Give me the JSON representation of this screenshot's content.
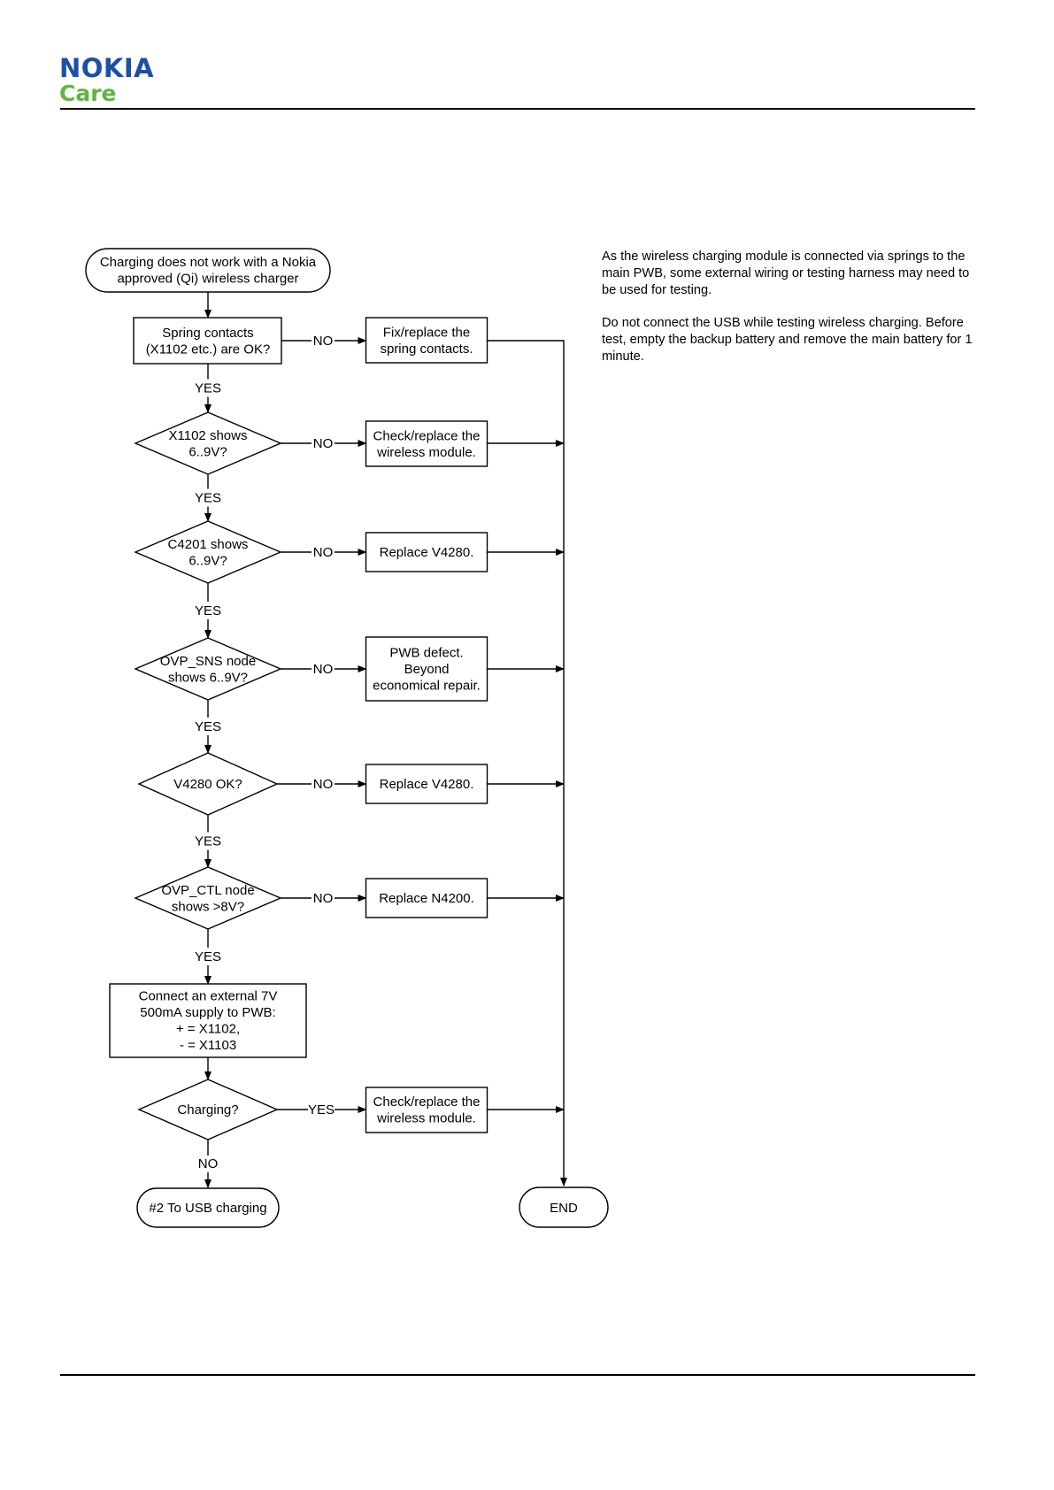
{
  "header": {
    "logo_brand": "NOKIA",
    "logo_sub": "Care",
    "brand_color": "#1c4fa6",
    "care_color": "#5fb53f"
  },
  "notes": {
    "p1": "As the wireless charging module is connected via springs to the main PWB, some external wiring or testing harness may need to be used for testing.",
    "p2": "Do not connect the USB while testing wireless charging. Before test, empty the backup battery and remove the main battery for 1 minute."
  },
  "flow": {
    "start": [
      "Charging does not work with a Nokia",
      "approved (Qi) wireless charger"
    ],
    "steps": [
      {
        "question": [
          "Spring contacts",
          "(X1102 etc.) are OK?"
        ],
        "no_label": "NO",
        "yes_label": "YES",
        "action": [
          "Fix/replace the",
          "spring contacts."
        ]
      },
      {
        "question": [
          "X1102 shows",
          "6..9V?"
        ],
        "no_label": "NO",
        "yes_label": "YES",
        "action": [
          "Check/replace the",
          "wireless module."
        ]
      },
      {
        "question": [
          "C4201 shows",
          "6..9V?"
        ],
        "no_label": "NO",
        "yes_label": "YES",
        "action": [
          "Replace V4280."
        ]
      },
      {
        "question": [
          "OVP_SNS node",
          "shows 6..9V?"
        ],
        "no_label": "NO",
        "yes_label": "YES",
        "action": [
          "PWB defect.",
          "Beyond",
          "economical repair."
        ]
      },
      {
        "question": [
          "V4280 OK?"
        ],
        "no_label": "NO",
        "yes_label": "YES",
        "action": [
          "Replace V4280."
        ]
      },
      {
        "question": [
          "OVP_CTL node",
          "shows >8V?"
        ],
        "no_label": "NO",
        "yes_label": "YES",
        "action": [
          "Replace N4200."
        ]
      }
    ],
    "external_supply": [
      "Connect an external 7V",
      "500mA supply to PWB:",
      "+ = X1102,",
      "- = X1103"
    ],
    "charging_question": [
      "Charging?"
    ],
    "charging_yes_label": "YES",
    "charging_action": [
      "Check/replace the",
      "wireless module."
    ],
    "charging_no_label": "NO",
    "usb_terminal": "#2 To USB charging",
    "end_terminal": "END"
  }
}
